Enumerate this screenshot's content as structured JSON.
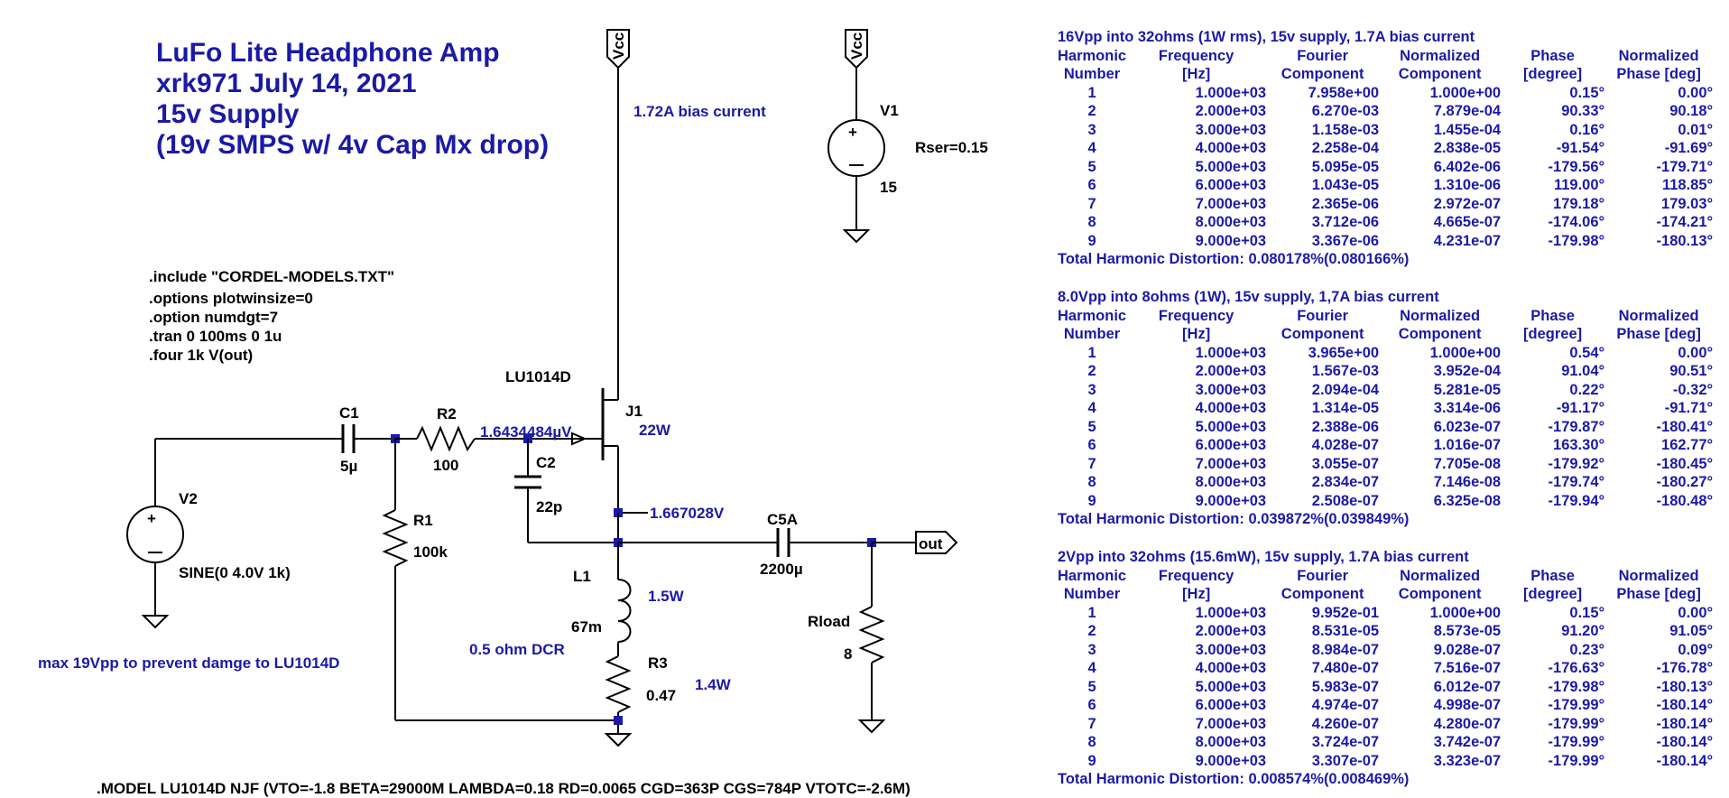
{
  "title_block": {
    "line1": "LuFo Lite Headphone Amp",
    "line2": "xrk971  July 14, 2021",
    "line3": "15v Supply",
    "line4": "(19v SMPS w/ 4v Cap Mx drop)"
  },
  "directives": [
    ".include \"CORDEL-MODELS.TXT\"",
    ".options plotwinsize=0",
    ".option numdgt=7",
    ".tran 0 100ms 0 1u",
    ".four 1k V(out)"
  ],
  "model_line": ".MODEL LU1014D NJF (VTO=-1.8 BETA=29000M LAMBDA=0.18 RD=0.0065 CGD=363P CGS=784P VTOTC=-2.6M)",
  "note_input": "max 19Vpp to prevent damge to LU1014D",
  "labels": {
    "vcc1": "Vcc",
    "vcc2": "Vcc",
    "bias": "1.72A bias current",
    "v1_name": "V1",
    "v1_value": "15",
    "rser": "Rser=0.15",
    "jfet_model": "LU1014D",
    "j1_name": "J1",
    "j1_power": "22W",
    "c1_name": "C1",
    "c1_value": "5µ",
    "r2_name": "R2",
    "r2_value": "100",
    "gate_voltage": "1.6434484µV",
    "c2_name": "C2",
    "c2_value": "22p",
    "v2_name": "V2",
    "v2_value": "SINE(0 4.0V 1k)",
    "r1_name": "R1",
    "r1_value": "100k",
    "source_voltage": "1.667028V",
    "c5a_name": "C5A",
    "c5a_value": "2200µ",
    "out": "out",
    "l1_name": "L1",
    "l1_value": "67m",
    "l1_power": "1.5W",
    "l1_dcr": "0.5 ohm DCR",
    "r3_name": "R3",
    "r3_value": "0.47",
    "r3_power": "1.4W",
    "rload_name": "Rload",
    "rload_value": "8"
  },
  "fourier_analyses": [
    {
      "header": "16Vpp into 32ohms (1W rms), 15v supply, 1.7A bias current",
      "col1": [
        "Harmonic",
        "Frequency",
        "Fourier",
        "Normalized",
        "Phase",
        "Normalized"
      ],
      "col2": [
        "Number",
        "[Hz]",
        "Component",
        "Component",
        "[degree]",
        "Phase [deg]"
      ],
      "rows": [
        [
          "1",
          "1.000e+03",
          "7.958e+00",
          "1.000e+00",
          "0.15°",
          "0.00°"
        ],
        [
          "2",
          "2.000e+03",
          "6.270e-03",
          "7.879e-04",
          "90.33°",
          "90.18°"
        ],
        [
          "3",
          "3.000e+03",
          "1.158e-03",
          "1.455e-04",
          "0.16°",
          "0.01°"
        ],
        [
          "4",
          "4.000e+03",
          "2.258e-04",
          "2.838e-05",
          "-91.54°",
          "-91.69°"
        ],
        [
          "5",
          "5.000e+03",
          "5.095e-05",
          "6.402e-06",
          "-179.56°",
          "-179.71°"
        ],
        [
          "6",
          "6.000e+03",
          "1.043e-05",
          "1.310e-06",
          "119.00°",
          "118.85°"
        ],
        [
          "7",
          "7.000e+03",
          "2.365e-06",
          "2.972e-07",
          "179.18°",
          "179.03°"
        ],
        [
          "8",
          "8.000e+03",
          "3.712e-06",
          "4.665e-07",
          "-174.06°",
          "-174.21°"
        ],
        [
          "9",
          "9.000e+03",
          "3.367e-06",
          "4.231e-07",
          "-179.98°",
          "-180.13°"
        ]
      ],
      "thd": "Total Harmonic Distortion: 0.080178%(0.080166%)"
    },
    {
      "header": "8.0Vpp into 8ohms (1W), 15v supply, 1,7A bias current",
      "col1": [
        "Harmonic",
        "Frequency",
        "Fourier",
        "Normalized",
        "Phase",
        "Normalized"
      ],
      "col2": [
        "Number",
        "[Hz]",
        "Component",
        "Component",
        "[degree]",
        "Phase [deg]"
      ],
      "rows": [
        [
          "1",
          "1.000e+03",
          "3.965e+00",
          "1.000e+00",
          "0.54°",
          "0.00°"
        ],
        [
          "2",
          "2.000e+03",
          "1.567e-03",
          "3.952e-04",
          "91.04°",
          "90.51°"
        ],
        [
          "3",
          "3.000e+03",
          "2.094e-04",
          "5.281e-05",
          "0.22°",
          "-0.32°"
        ],
        [
          "4",
          "4.000e+03",
          "1.314e-05",
          "3.314e-06",
          "-91.17°",
          "-91.71°"
        ],
        [
          "5",
          "5.000e+03",
          "2.388e-06",
          "6.023e-07",
          "-179.87°",
          "-180.41°"
        ],
        [
          "6",
          "6.000e+03",
          "4.028e-07",
          "1.016e-07",
          "163.30°",
          "162.77°"
        ],
        [
          "7",
          "7.000e+03",
          "3.055e-07",
          "7.705e-08",
          "-179.92°",
          "-180.45°"
        ],
        [
          "8",
          "8.000e+03",
          "2.834e-07",
          "7.146e-08",
          "-179.74°",
          "-180.27°"
        ],
        [
          "9",
          "9.000e+03",
          "2.508e-07",
          "6.325e-08",
          "-179.94°",
          "-180.48°"
        ]
      ],
      "thd": "Total Harmonic Distortion: 0.039872%(0.039849%)"
    },
    {
      "header": "2Vpp into 32ohms (15.6mW), 15v supply, 1.7A bias current",
      "col1": [
        "Harmonic",
        "Frequency",
        "Fourier",
        "Normalized",
        "Phase",
        "Normalized"
      ],
      "col2": [
        "Number",
        "[Hz]",
        "Component",
        "Component",
        "[degree]",
        "Phase [deg]"
      ],
      "rows": [
        [
          "1",
          "1.000e+03",
          "9.952e-01",
          "1.000e+00",
          "0.15°",
          "0.00°"
        ],
        [
          "2",
          "2.000e+03",
          "8.531e-05",
          "8.573e-05",
          "91.20°",
          "91.05°"
        ],
        [
          "3",
          "3.000e+03",
          "8.984e-07",
          "9.028e-07",
          "0.23°",
          "0.09°"
        ],
        [
          "4",
          "4.000e+03",
          "7.480e-07",
          "7.516e-07",
          "-176.63°",
          "-176.78°"
        ],
        [
          "5",
          "5.000e+03",
          "5.983e-07",
          "6.012e-07",
          "-179.98°",
          "-180.13°"
        ],
        [
          "6",
          "6.000e+03",
          "4.974e-07",
          "4.998e-07",
          "-179.99°",
          "-180.14°"
        ],
        [
          "7",
          "7.000e+03",
          "4.260e-07",
          "4.280e-07",
          "-179.99°",
          "-180.14°"
        ],
        [
          "8",
          "8.000e+03",
          "3.724e-07",
          "3.742e-07",
          "-179.99°",
          "-180.14°"
        ],
        [
          "9",
          "9.000e+03",
          "3.307e-07",
          "3.323e-07",
          "-179.99°",
          "-180.14°"
        ]
      ],
      "thd": "Total Harmonic Distortion: 0.008574%(0.008469%)"
    }
  ]
}
